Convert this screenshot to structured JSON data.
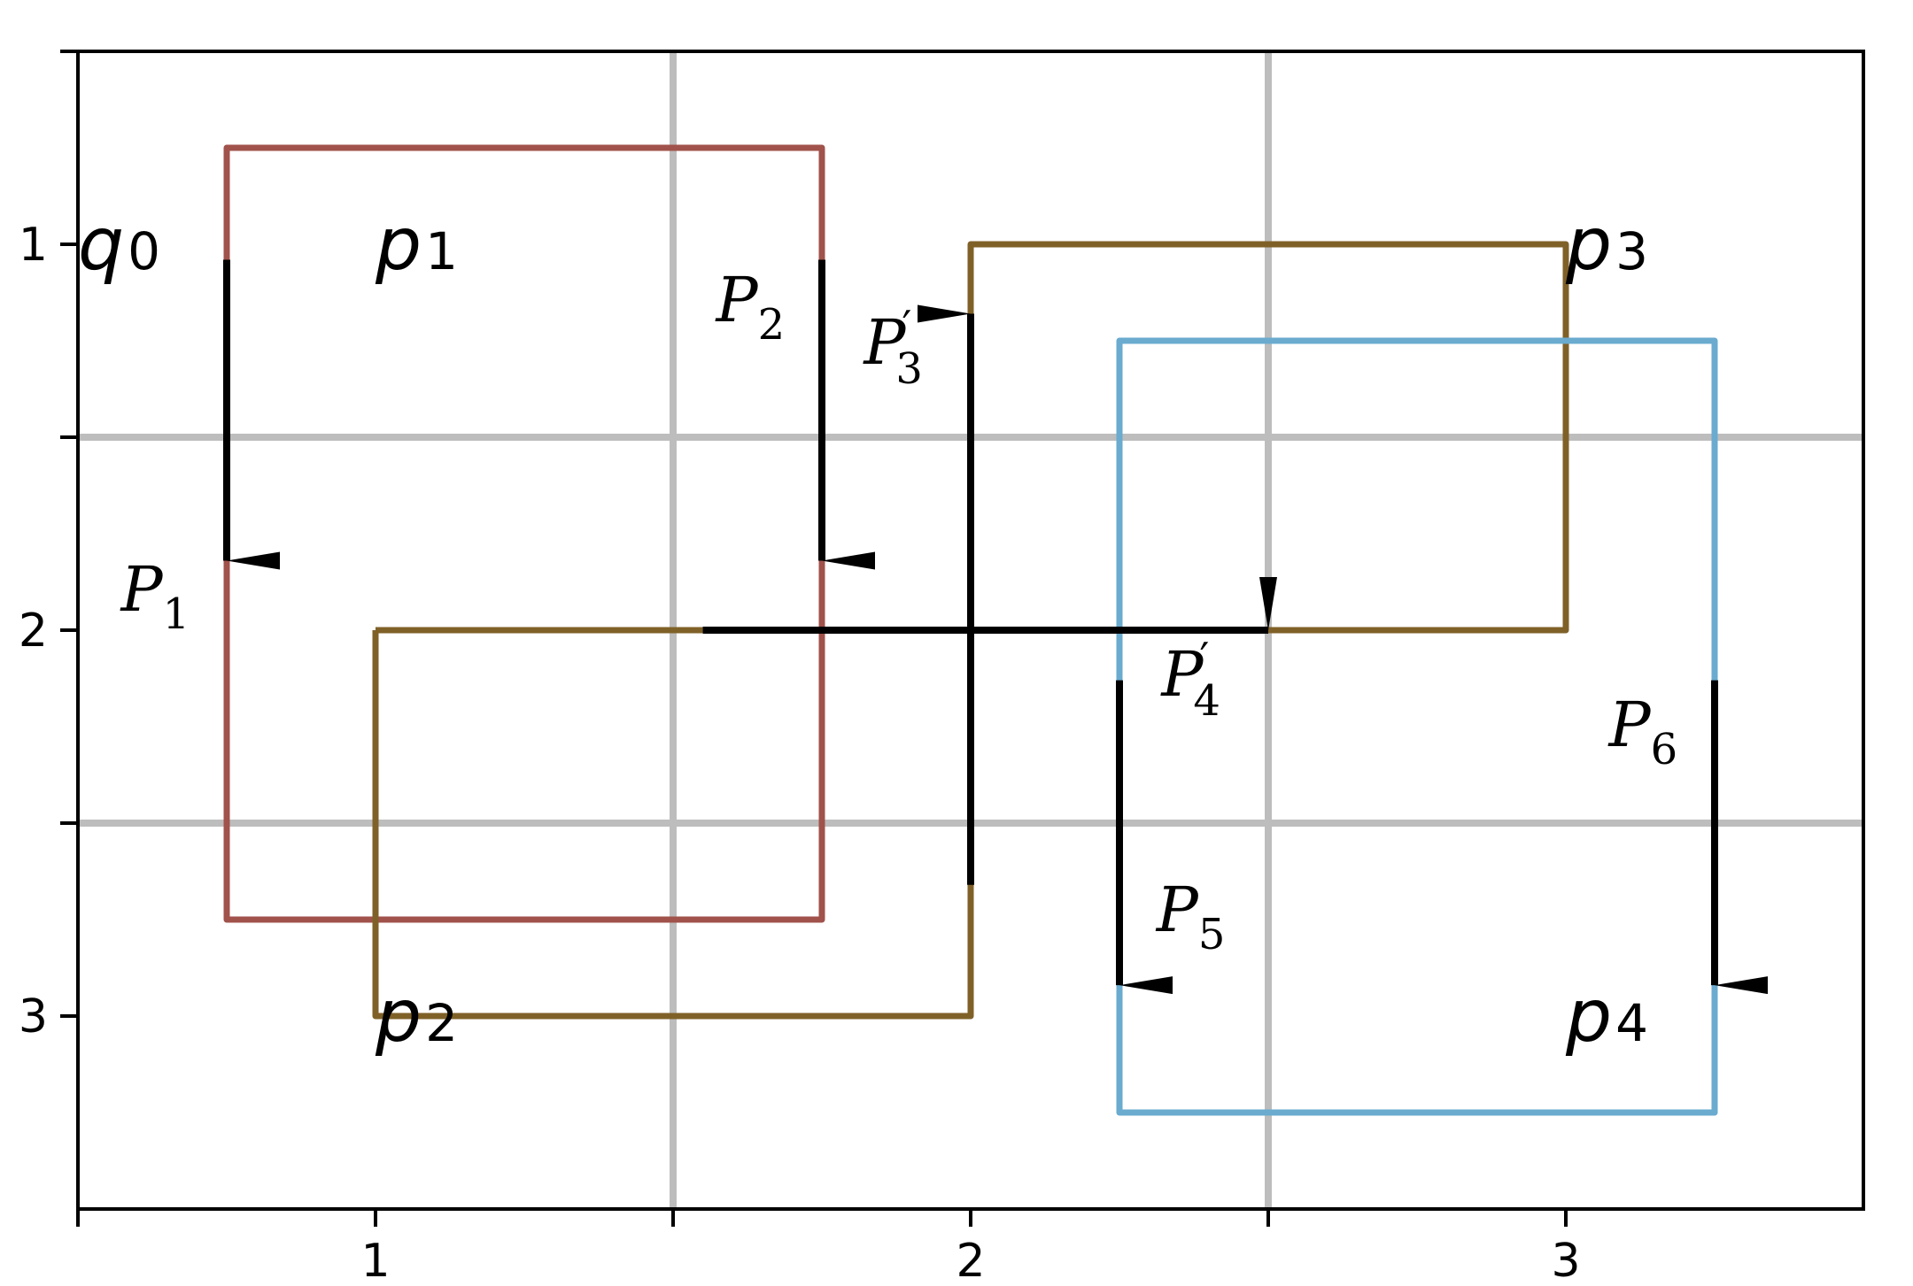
{
  "axes": {
    "xlim": [
      0.5,
      3.5
    ],
    "ylim": [
      3.5,
      0.5
    ],
    "x_ticks": [
      {
        "value": 0.5,
        "label": ""
      },
      {
        "value": 1,
        "label": "1"
      },
      {
        "value": 1.5,
        "label": ""
      },
      {
        "value": 2,
        "label": "2"
      },
      {
        "value": 2.5,
        "label": ""
      },
      {
        "value": 3,
        "label": "3"
      }
    ],
    "y_ticks": [
      {
        "value": 0.5,
        "label": ""
      },
      {
        "value": 1,
        "label": "1"
      },
      {
        "value": 1.5,
        "label": ""
      },
      {
        "value": 2,
        "label": "2"
      },
      {
        "value": 2.5,
        "label": ""
      },
      {
        "value": 3,
        "label": "3"
      }
    ],
    "gridlines_x": [
      1.5,
      2.5
    ],
    "gridlines_y": [
      1.5,
      2.5
    ],
    "grid_color": "#bdbdbd"
  },
  "rectangles": [
    {
      "id": "rect-p1",
      "color": "#a0524b",
      "points": [
        [
          0.75,
          0.75
        ],
        [
          1.75,
          0.75
        ],
        [
          1.75,
          2.75
        ],
        [
          0.75,
          2.75
        ]
      ]
    },
    {
      "id": "rect-p2-p3",
      "color": "#7f6128",
      "points": [
        [
          1,
          2
        ],
        [
          1,
          3
        ],
        [
          2,
          3
        ],
        [
          2,
          1
        ],
        [
          3,
          1
        ],
        [
          3,
          2
        ],
        [
          1,
          2
        ]
      ]
    },
    {
      "id": "rect-p4",
      "color": "#6aabcf",
      "points": [
        [
          2.25,
          1.25
        ],
        [
          3.25,
          1.25
        ],
        [
          3.25,
          3.25
        ],
        [
          2.25,
          3.25
        ]
      ]
    }
  ],
  "arrows": [
    {
      "from": [
        0.75,
        1.04
      ],
      "to": [
        0.75,
        1.82
      ]
    },
    {
      "from": [
        1.75,
        1.04
      ],
      "to": [
        1.75,
        1.82
      ]
    },
    {
      "from": [
        2,
        2.66
      ],
      "to": [
        2,
        1.18
      ]
    },
    {
      "from": [
        1.55,
        2
      ],
      "to": [
        2.5,
        2
      ]
    },
    {
      "from": [
        2.25,
        2.13
      ],
      "to": [
        2.25,
        2.92
      ]
    },
    {
      "from": [
        3.25,
        2.13
      ],
      "to": [
        3.25,
        2.92
      ]
    }
  ],
  "point_labels": [
    {
      "id": "q0",
      "base": "q",
      "sub": "0",
      "x": 0.5,
      "y": 1
    },
    {
      "id": "p1",
      "base": "p",
      "sub": "1",
      "x": 1,
      "y": 1
    },
    {
      "id": "p2",
      "base": "p",
      "sub": "2",
      "x": 1,
      "y": 3
    },
    {
      "id": "p3",
      "base": "p",
      "sub": "3",
      "x": 3,
      "y": 1
    },
    {
      "id": "p4",
      "base": "p",
      "sub": "4",
      "x": 3,
      "y": 3
    }
  ],
  "arrow_labels": [
    {
      "id": "P1",
      "base": "P",
      "sub": "1",
      "prime": "",
      "x": 0.63,
      "y": 1.95
    },
    {
      "id": "P2",
      "base": "P",
      "sub": "2",
      "prime": "",
      "x": 1.63,
      "y": 1.2
    },
    {
      "id": "P3prime",
      "base": "P",
      "sub": "3",
      "prime": "′",
      "x": 1.87,
      "y": 1.31
    },
    {
      "id": "P4prime",
      "base": "P",
      "sub": "4",
      "prime": "′",
      "x": 2.37,
      "y": 2.17
    },
    {
      "id": "P5",
      "base": "P",
      "sub": "5",
      "prime": "",
      "x": 2.37,
      "y": 2.78
    },
    {
      "id": "P6",
      "base": "P",
      "sub": "6",
      "prime": "",
      "x": 3.13,
      "y": 2.3
    }
  ]
}
